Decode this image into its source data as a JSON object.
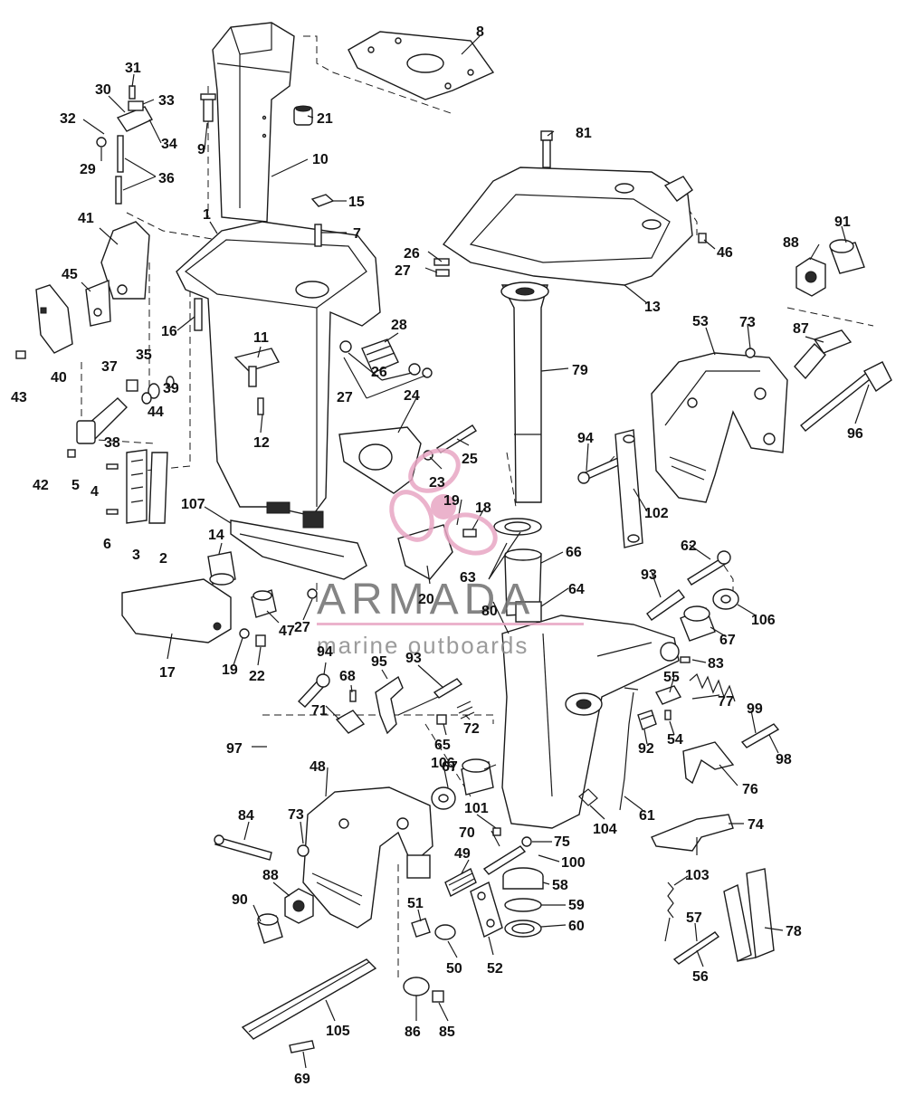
{
  "watermark": {
    "brand": "ARMADA",
    "tagline": "marine outboards",
    "accent_color": "#e8a6c4",
    "text_color": "#6f6f6f"
  },
  "callouts": [
    {
      "id": "c1",
      "text": "1"
    },
    {
      "id": "c2",
      "text": "2"
    },
    {
      "id": "c3",
      "text": "3"
    },
    {
      "id": "c4",
      "text": "4"
    },
    {
      "id": "c5",
      "text": "5"
    },
    {
      "id": "c6",
      "text": "6"
    },
    {
      "id": "c7",
      "text": "7"
    },
    {
      "id": "c8",
      "text": "8"
    },
    {
      "id": "c9",
      "text": "9"
    },
    {
      "id": "c10",
      "text": "10"
    },
    {
      "id": "c11",
      "text": "11"
    },
    {
      "id": "c12",
      "text": "12"
    },
    {
      "id": "c13",
      "text": "13"
    },
    {
      "id": "c14",
      "text": "14"
    },
    {
      "id": "c15",
      "text": "15"
    },
    {
      "id": "c16",
      "text": "16"
    },
    {
      "id": "c17",
      "text": "17"
    },
    {
      "id": "c18",
      "text": "18"
    },
    {
      "id": "c19a",
      "text": "19"
    },
    {
      "id": "c19b",
      "text": "19"
    },
    {
      "id": "c20",
      "text": "20"
    },
    {
      "id": "c21",
      "text": "21"
    },
    {
      "id": "c22",
      "text": "22"
    },
    {
      "id": "c23",
      "text": "23"
    },
    {
      "id": "c24",
      "text": "24"
    },
    {
      "id": "c25",
      "text": "25"
    },
    {
      "id": "c26a",
      "text": "26"
    },
    {
      "id": "c26b",
      "text": "26"
    },
    {
      "id": "c27a",
      "text": "27"
    },
    {
      "id": "c27b",
      "text": "27"
    },
    {
      "id": "c27c",
      "text": "27"
    },
    {
      "id": "c28",
      "text": "28"
    },
    {
      "id": "c29",
      "text": "29"
    },
    {
      "id": "c30",
      "text": "30"
    },
    {
      "id": "c31",
      "text": "31"
    },
    {
      "id": "c32",
      "text": "32"
    },
    {
      "id": "c33",
      "text": "33"
    },
    {
      "id": "c34",
      "text": "34"
    },
    {
      "id": "c35",
      "text": "35"
    },
    {
      "id": "c36",
      "text": "36"
    },
    {
      "id": "c37",
      "text": "37"
    },
    {
      "id": "c38",
      "text": "38"
    },
    {
      "id": "c39",
      "text": "39"
    },
    {
      "id": "c40",
      "text": "40"
    },
    {
      "id": "c41",
      "text": "41"
    },
    {
      "id": "c42",
      "text": "42"
    },
    {
      "id": "c43",
      "text": "43"
    },
    {
      "id": "c44",
      "text": "44"
    },
    {
      "id": "c45",
      "text": "45"
    },
    {
      "id": "c46",
      "text": "46"
    },
    {
      "id": "c47",
      "text": "47"
    },
    {
      "id": "c48",
      "text": "48"
    },
    {
      "id": "c49",
      "text": "49"
    },
    {
      "id": "c50",
      "text": "50"
    },
    {
      "id": "c51",
      "text": "51"
    },
    {
      "id": "c52",
      "text": "52"
    },
    {
      "id": "c53",
      "text": "53"
    },
    {
      "id": "c54",
      "text": "54"
    },
    {
      "id": "c55",
      "text": "55"
    },
    {
      "id": "c56",
      "text": "56"
    },
    {
      "id": "c57",
      "text": "57"
    },
    {
      "id": "c58",
      "text": "58"
    },
    {
      "id": "c59",
      "text": "59"
    },
    {
      "id": "c60",
      "text": "60"
    },
    {
      "id": "c61",
      "text": "61"
    },
    {
      "id": "c62",
      "text": "62"
    },
    {
      "id": "c63",
      "text": "63"
    },
    {
      "id": "c64",
      "text": "64"
    },
    {
      "id": "c65",
      "text": "65"
    },
    {
      "id": "c66",
      "text": "66"
    },
    {
      "id": "c67a",
      "text": "67"
    },
    {
      "id": "c67b",
      "text": "67"
    },
    {
      "id": "c68",
      "text": "68"
    },
    {
      "id": "c69",
      "text": "69"
    },
    {
      "id": "c70",
      "text": "70"
    },
    {
      "id": "c71",
      "text": "71"
    },
    {
      "id": "c72",
      "text": "72"
    },
    {
      "id": "c73a",
      "text": "73"
    },
    {
      "id": "c73b",
      "text": "73"
    },
    {
      "id": "c74",
      "text": "74"
    },
    {
      "id": "c75",
      "text": "75"
    },
    {
      "id": "c76",
      "text": "76"
    },
    {
      "id": "c77",
      "text": "77"
    },
    {
      "id": "c78",
      "text": "78"
    },
    {
      "id": "c79",
      "text": "79"
    },
    {
      "id": "c80",
      "text": "80"
    },
    {
      "id": "c81",
      "text": "81"
    },
    {
      "id": "c83",
      "text": "83"
    },
    {
      "id": "c84",
      "text": "84"
    },
    {
      "id": "c85",
      "text": "85"
    },
    {
      "id": "c86",
      "text": "86"
    },
    {
      "id": "c87",
      "text": "87"
    },
    {
      "id": "c88a",
      "text": "88"
    },
    {
      "id": "c88b",
      "text": "88"
    },
    {
      "id": "c90",
      "text": "90"
    },
    {
      "id": "c91",
      "text": "91"
    },
    {
      "id": "c92",
      "text": "92"
    },
    {
      "id": "c93a",
      "text": "93"
    },
    {
      "id": "c93b",
      "text": "93"
    },
    {
      "id": "c94a",
      "text": "94"
    },
    {
      "id": "c94b",
      "text": "94"
    },
    {
      "id": "c95",
      "text": "95"
    },
    {
      "id": "c96",
      "text": "96"
    },
    {
      "id": "c97",
      "text": "97"
    },
    {
      "id": "c98",
      "text": "98"
    },
    {
      "id": "c99",
      "text": "99"
    },
    {
      "id": "c100",
      "text": "100"
    },
    {
      "id": "c101",
      "text": "101"
    },
    {
      "id": "c102",
      "text": "102"
    },
    {
      "id": "c103",
      "text": "103"
    },
    {
      "id": "c104",
      "text": "104"
    },
    {
      "id": "c105",
      "text": "105"
    },
    {
      "id": "c106a",
      "text": "106"
    },
    {
      "id": "c106b",
      "text": "106"
    },
    {
      "id": "c107",
      "text": "107"
    }
  ]
}
